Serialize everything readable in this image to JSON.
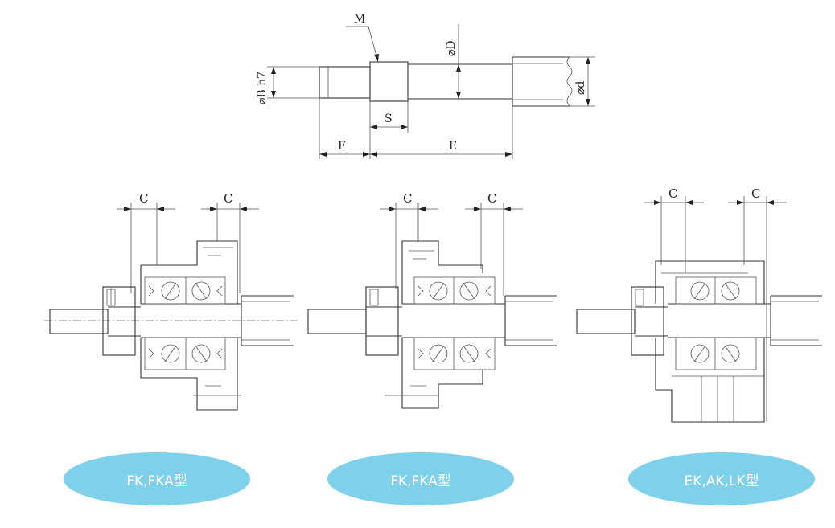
{
  "shaft_diagram": {
    "label_m": "M",
    "label_od": "⌀D",
    "label_ob": "⌀B h7",
    "label_sd": "⌀d",
    "label_s": "S",
    "label_f": "F",
    "label_e": "E"
  },
  "assemblies": [
    {
      "label_c_left": "C",
      "label_c_right": "C",
      "caption": "FK,FKA型"
    },
    {
      "label_c_left": "C",
      "label_c_right": "C",
      "caption": "FK,FKA型"
    },
    {
      "label_c_left": "C",
      "label_c_right": "C",
      "caption": "EK,AK,LK型"
    }
  ],
  "colors": {
    "pill_fill": "#7fd0ea",
    "pill_text": "#ffffff",
    "line": "#333333"
  }
}
